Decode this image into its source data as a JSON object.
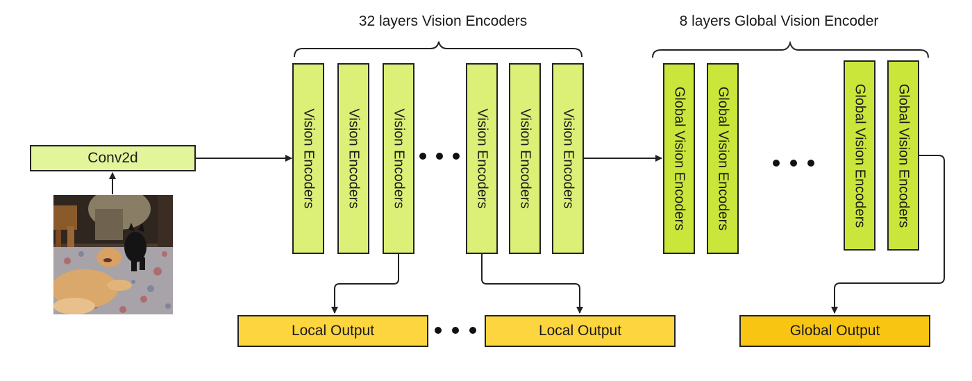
{
  "titles": {
    "vision_group": "32 layers Vision Encoders",
    "global_group": "8 layers Global Vision Encoder"
  },
  "conv": {
    "label": "Conv2d"
  },
  "vision_encoders": [
    "Vision Encoders",
    "Vision Encoders",
    "Vision Encoders",
    "Vision Encoders",
    "Vision Encoders",
    "Vision Encoders"
  ],
  "global_encoders": [
    "Global Vision Encoders",
    "Global Vision Encoders",
    "Global Vision Encoders",
    "Global Vision Encoders"
  ],
  "outputs": {
    "local_1": "Local Output",
    "local_2": "Local Output",
    "global": "Global Output"
  },
  "colors": {
    "conv_fill": "#e3f59b",
    "vision_encoder_fill": "#dcef77",
    "global_encoder_fill": "#cbe63a",
    "local_output_fill": "#fcd53f",
    "global_output_fill": "#f8c512",
    "stroke": "#222222"
  },
  "icons": {
    "input_image": "photo of two dogs on a rug",
    "ellipsis": "three-dot-ellipsis",
    "arrow": "arrow-head"
  }
}
